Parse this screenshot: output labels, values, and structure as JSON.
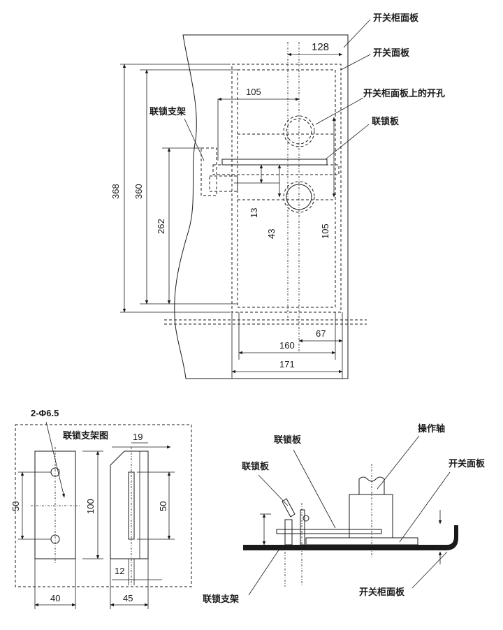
{
  "labels": {
    "cabinet_panel_top": "开关柜面板",
    "switch_panel_top": "开关面板",
    "cabinet_hole": "开关柜面板上的开孔",
    "interlock_plate_top": "联锁板",
    "interlock_bracket": "联锁支架",
    "bracket_drawing_title": "联锁支架图",
    "hole_spec": "2-Φ6.5",
    "operating_shaft": "操作轴",
    "interlock_plate_side1": "联锁板",
    "interlock_plate_side2": "联锁板",
    "switch_panel_side": "开关面板",
    "interlock_bracket_side": "联锁支架",
    "cabinet_panel_side": "开关柜面板"
  },
  "dims": {
    "d128": "128",
    "d105_top": "105",
    "d368": "368",
    "d360": "360",
    "d262": "262",
    "d13": "13",
    "d43": "43",
    "d105_right": "105",
    "d67": "67",
    "d160": "160",
    "d171": "171",
    "d19": "19",
    "d50_left": "50",
    "d100": "100",
    "d50_right": "50",
    "d12": "12",
    "d40": "40",
    "d45": "45"
  }
}
